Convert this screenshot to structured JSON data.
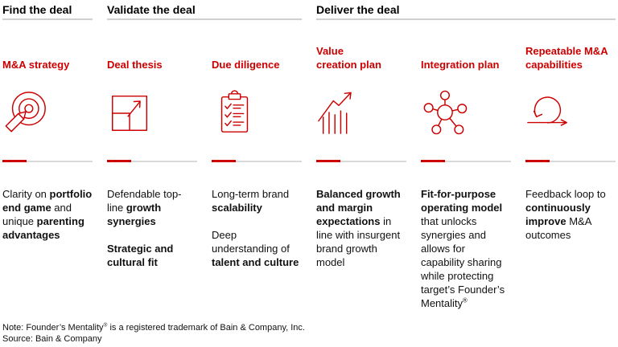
{
  "colors": {
    "accent": "#cc0000",
    "rule_gray": "#d9d9d9",
    "header_rule": "#cfcfcf",
    "text": "#111111"
  },
  "phases": [
    {
      "label": "Find the deal"
    },
    {
      "label": "Validate the deal"
    },
    {
      "label": "Deliver the deal"
    }
  ],
  "columns": [
    {
      "title": "M&A strategy",
      "icon": "dart-target-icon",
      "body": [
        [
          {
            "t": "Clarity on ",
            "b": false
          },
          {
            "t": "portfolio end game",
            "b": true
          },
          {
            "t": " and unique ",
            "b": false
          },
          {
            "t": "parenting advantages",
            "b": true
          }
        ]
      ]
    },
    {
      "title": "Deal thesis",
      "icon": "expand-square-icon",
      "body": [
        [
          {
            "t": "Defendable top-line ",
            "b": false
          },
          {
            "t": "growth synergies",
            "b": true
          }
        ],
        [
          {
            "t": "Strategic and cultural fit",
            "b": true
          }
        ]
      ]
    },
    {
      "title": "Due diligence",
      "icon": "checklist-clipboard-icon",
      "body": [
        [
          {
            "t": "Long-term brand ",
            "b": false
          },
          {
            "t": "scalability",
            "b": true
          }
        ],
        [
          {
            "t": "Deep understanding of ",
            "b": false
          },
          {
            "t": "talent and culture",
            "b": true
          }
        ]
      ]
    },
    {
      "title": "Value\ncreation plan",
      "icon": "growth-chart-arrow-icon",
      "body": [
        [
          {
            "t": "Balanced growth and margin expectations",
            "b": true
          },
          {
            "t": " in line with insurgent brand growth model",
            "b": false
          }
        ]
      ]
    },
    {
      "title": "Integration plan",
      "icon": "hub-network-icon",
      "body": [
        [
          {
            "t": "Fit-for-purpose operating model",
            "b": true
          },
          {
            "t": " that unlocks synergies and allows for capability sharing while protecting target’s Founder’s Mentality",
            "b": false
          },
          {
            "t": "®",
            "b": false,
            "sup": true
          }
        ]
      ]
    },
    {
      "title": "Repeatable M&A\ncapabilities",
      "icon": "loop-arrow-icon",
      "body": [
        [
          {
            "t": "Feedback loop to ",
            "b": false
          },
          {
            "t": "continuously improve",
            "b": true
          },
          {
            "t": " M&A outcomes",
            "b": false
          }
        ]
      ]
    }
  ],
  "footer": {
    "note": [
      [
        {
          "t": "Note: Founder’s Mentality",
          "b": false
        },
        {
          "t": "®",
          "b": false,
          "sup": true
        },
        {
          "t": " is a registered trademark of Bain & Company, Inc.",
          "b": false
        }
      ]
    ],
    "source": "Source: Bain & Company"
  }
}
